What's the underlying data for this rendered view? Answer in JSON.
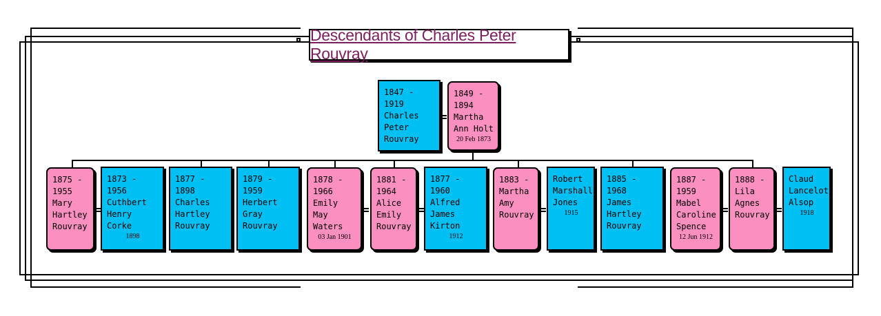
{
  "title": "Descendants of Charles Peter Rouvray",
  "couple": [
    {
      "id": "p0",
      "gender": "male",
      "text": "1847 - 1919\nCharles\nPeter\nRouvray",
      "date": ""
    },
    {
      "id": "p1",
      "gender": "female",
      "text": "1849 -\n1894\nMartha\nAnn Holt",
      "date": "20 Feb 1873"
    }
  ],
  "children": [
    {
      "id": "c0",
      "gender": "female",
      "text": "1875 -\n1955\nMary\nHartley\nRouvray",
      "date": ""
    },
    {
      "id": "c1",
      "gender": "male",
      "text": "1873 - 1956\nCuthbert\nHenry Corke",
      "date": "1898"
    },
    {
      "id": "c2",
      "gender": "male",
      "text": "1877 - 1898\nCharles\nHartley\nRouvray",
      "date": ""
    },
    {
      "id": "c3",
      "gender": "male",
      "text": "1879 - 1959\nHerbert\nGray\nRouvray",
      "date": ""
    },
    {
      "id": "c4",
      "gender": "female",
      "text": "1878 -\n1966\nEmily May\nWaters",
      "date": "03 Jan 1901"
    },
    {
      "id": "c5",
      "gender": "female",
      "text": "1881 -\n1964\nAlice\nEmily\nRouvray",
      "date": ""
    },
    {
      "id": "c6",
      "gender": "male",
      "text": "1877 - 1960\nAlfred\nJames\nKirton",
      "date": "1912"
    },
    {
      "id": "c7",
      "gender": "female",
      "text": "1883 -\nMartha\nAmy\nRouvray",
      "date": ""
    },
    {
      "id": "c8",
      "gender": "male",
      "text": "Robert\nMarshall\nJones",
      "date": "1915"
    },
    {
      "id": "c9",
      "gender": "male",
      "text": "1885 - 1968\nJames\nHartley\nRouvray",
      "date": ""
    },
    {
      "id": "c10",
      "gender": "female",
      "text": "1887 -\n1959\nMabel\nCaroline\nSpence",
      "date": "12 Jun 1912"
    },
    {
      "id": "c11",
      "gender": "female",
      "text": "1888 -\nLila\nAgnes\nRouvray",
      "date": ""
    },
    {
      "id": "c12",
      "gender": "male",
      "text": "Claud\nLancelot\nAlsop",
      "date": "1918"
    }
  ]
}
